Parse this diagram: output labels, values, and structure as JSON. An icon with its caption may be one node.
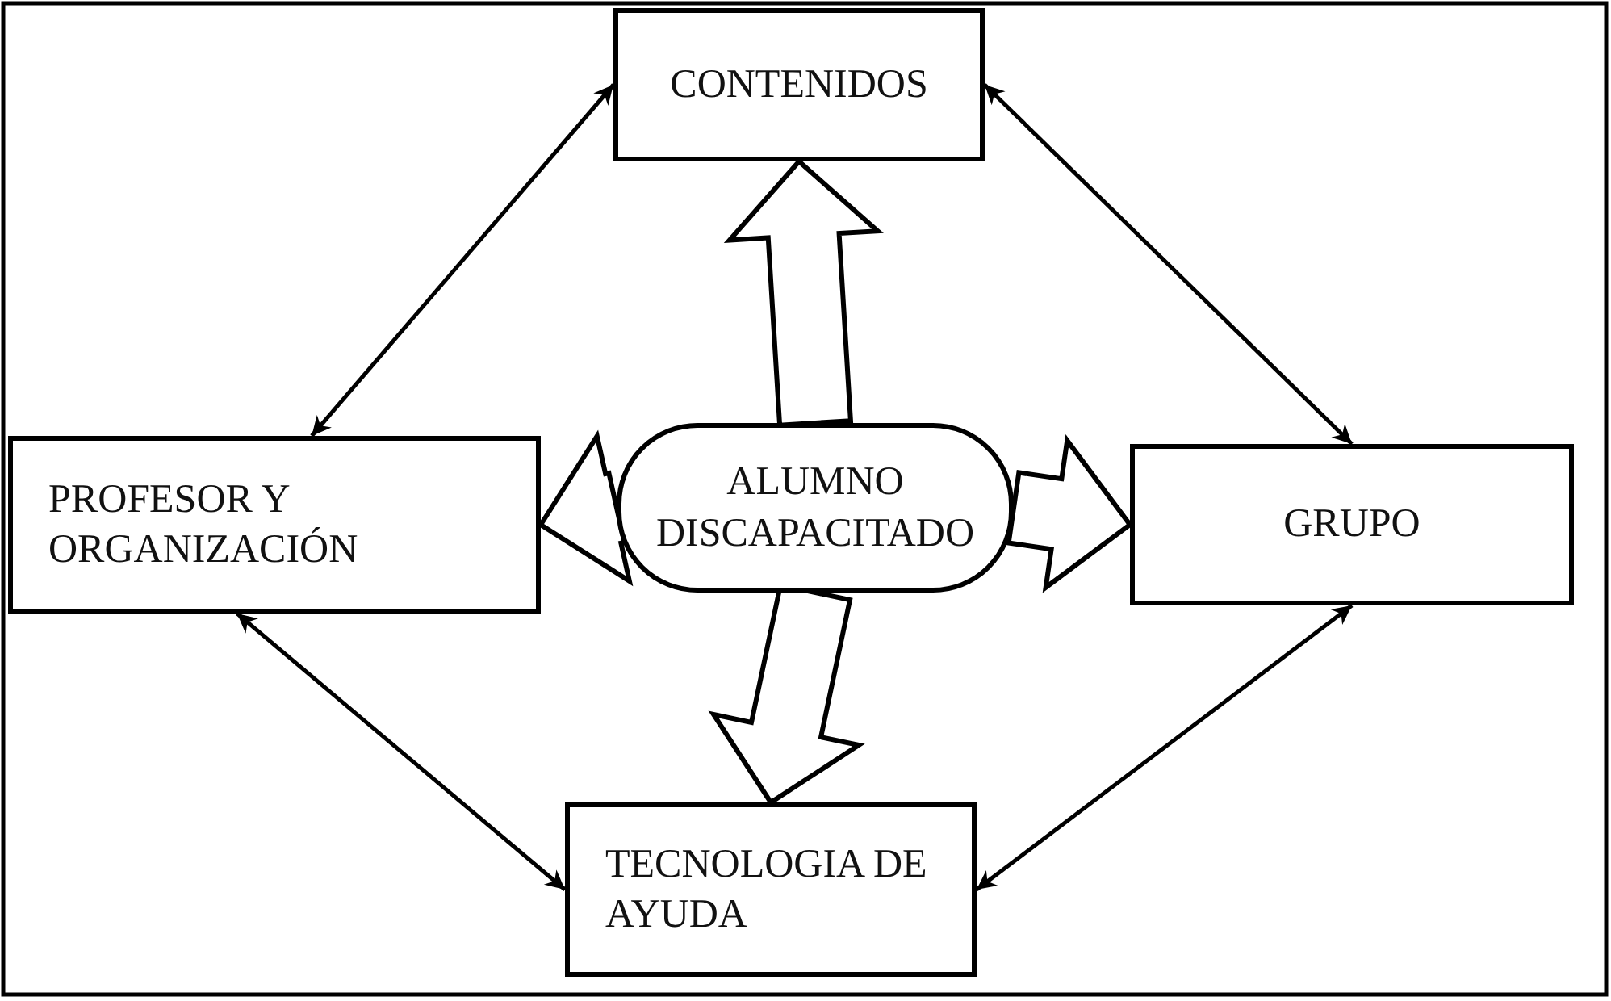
{
  "diagram": {
    "nodes": [
      {
        "text": [
          "CONTENIDOS"
        ]
      },
      {
        "text": [
          "PROFESOR Y ORGANIZACIÓN"
        ]
      },
      {
        "text": [
          "ALUMNO DISCAPACITADO"
        ]
      },
      {
        "text": [
          "GRUPO"
        ]
      },
      {
        "text": [
          "TECNOLOGIA DE AYUDA"
        ]
      }
    ],
    "edges": [
      {
        "from": 1,
        "to": 0,
        "arrow": "both"
      },
      {
        "from": 0,
        "to": 3,
        "arrow": "both"
      },
      {
        "from": 3,
        "to": 4,
        "arrow": "both"
      },
      {
        "from": 1,
        "to": 4,
        "arrow": "both"
      },
      {
        "from": 2,
        "to": 0,
        "arrow": "to",
        "style": "thick"
      },
      {
        "from": 2,
        "to": 4,
        "arrow": "to",
        "style": "thick"
      },
      {
        "from": 2,
        "to": 1,
        "arrow": "to",
        "style": "thick"
      },
      {
        "from": 2,
        "to": 3,
        "arrow": "to",
        "style": "thick"
      }
    ]
  }
}
